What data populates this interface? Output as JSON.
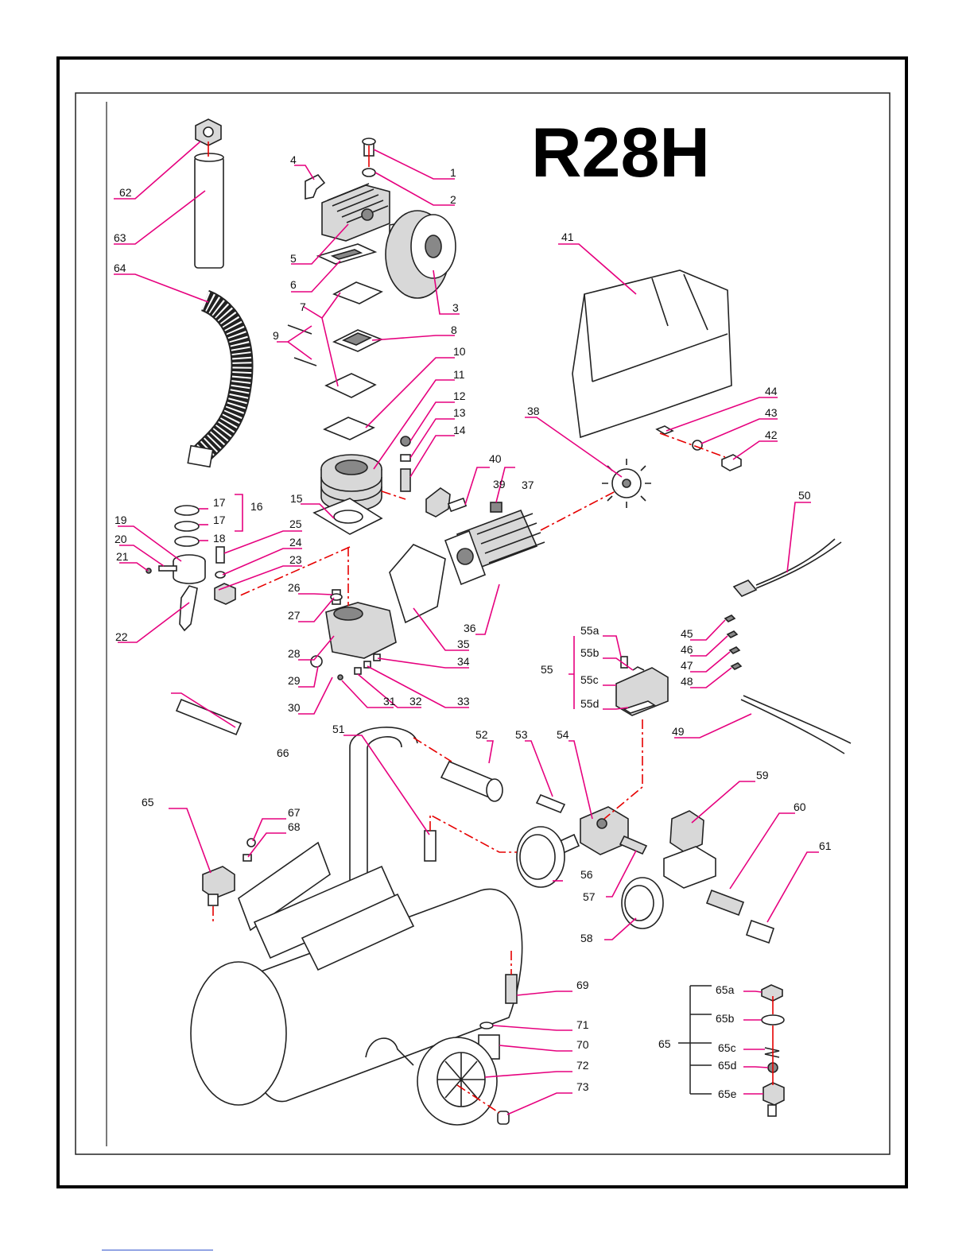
{
  "title": "R28H",
  "brand_color": "#e6007e",
  "accent_color": "#e60000",
  "labels": {
    "p1": "1",
    "p2": "2",
    "p3": "3",
    "p4": "4",
    "p5": "5",
    "p6": "6",
    "p7": "7",
    "p8": "8",
    "p9": "9",
    "p10": "10",
    "p11": "11",
    "p12": "12",
    "p13": "13",
    "p14": "14",
    "p15": "15",
    "p16": "16",
    "p17a": "17",
    "p17b": "17",
    "p18": "18",
    "p19": "19",
    "p20": "20",
    "p21": "21",
    "p22": "22",
    "p23": "23",
    "p24": "24",
    "p25": "25",
    "p26": "26",
    "p27": "27",
    "p28": "28",
    "p29": "29",
    "p30": "30",
    "p31": "31",
    "p32": "32",
    "p33": "33",
    "p34": "34",
    "p35": "35",
    "p36": "36",
    "p37": "37",
    "p38": "38",
    "p39": "39",
    "p40": "40",
    "p41": "41",
    "p42": "42",
    "p43": "43",
    "p44": "44",
    "p45": "45",
    "p46": "46",
    "p47": "47",
    "p48": "48",
    "p49": "49",
    "p50": "50",
    "p51": "51",
    "p52": "52",
    "p53": "53",
    "p54": "54",
    "p55": "55",
    "p55a": "55a",
    "p55b": "55b",
    "p55c": "55c",
    "p55d": "55d",
    "p56": "56",
    "p57": "57",
    "p58": "58",
    "p59": "59",
    "p60": "60",
    "p61": "61",
    "p62": "62",
    "p63": "63",
    "p64": "64",
    "p65": "65",
    "p65r": "65",
    "p65a": "65a",
    "p65b": "65b",
    "p65c": "65c",
    "p65d": "65d",
    "p65e": "65e",
    "p66": "66",
    "p67": "67",
    "p68": "68",
    "p69": "69",
    "p70": "70",
    "p71": "71",
    "p72": "72",
    "p73": "73"
  }
}
